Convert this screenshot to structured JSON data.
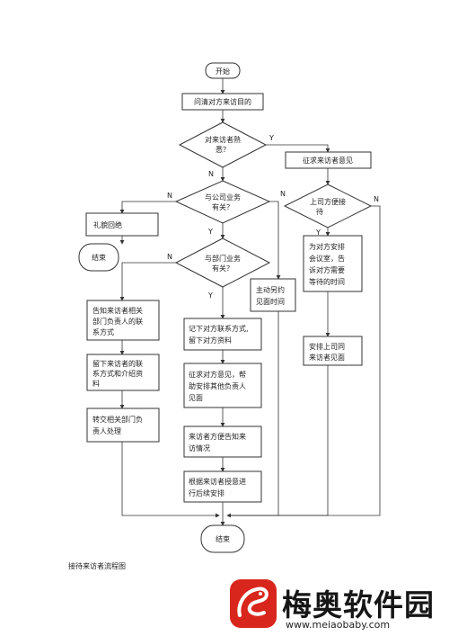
{
  "diagram": {
    "nodes": {
      "start": "开始",
      "ask_purpose": "问清对方来访目的",
      "familiar": [
        "对来访者熟",
        "悉？"
      ],
      "solicit": "征求来访者意见",
      "company_business": [
        "与公司业务",
        "有关？"
      ],
      "boss_convenient": [
        "上司方便接",
        "待"
      ],
      "decline": "礼貌回绝",
      "end_left": "结束",
      "department_business": [
        "与部门业务",
        "有关？"
      ],
      "arrange_room": [
        "为对方安排",
        "会议室，告",
        "诉对方需要",
        "等待的时间"
      ],
      "proactive_appointment": [
        "主动另约",
        "见面时间"
      ],
      "notify_dept": [
        "告知来访者相关",
        "部门负责人的联",
        "系方式"
      ],
      "record_contact": [
        "记下对方联系方式,",
        "留下对方资料"
      ],
      "arrange_boss_meeting": [
        "安排上司同",
        "来访者见面"
      ],
      "leave_contact": [
        "留下来访者的联",
        "系方式和介绍资",
        "料"
      ],
      "solicit_other": [
        "征求对方意见，帮",
        "助安排其他负责人",
        "见面"
      ],
      "transfer_dept": [
        "转交相关部门负",
        "责人处理"
      ],
      "notify_visitor": [
        "来访者方便告知来",
        "访情况"
      ],
      "follow_up": [
        "根据来访者授意进",
        "行后续安排"
      ],
      "end": "结束"
    },
    "edge_labels": {
      "y": "Y",
      "n": "N"
    }
  },
  "caption": "接待来访者流程图",
  "watermark": {
    "title": "梅奥软件园",
    "url": "www.meiaobaby.com",
    "logo_color": "#d9261c"
  }
}
